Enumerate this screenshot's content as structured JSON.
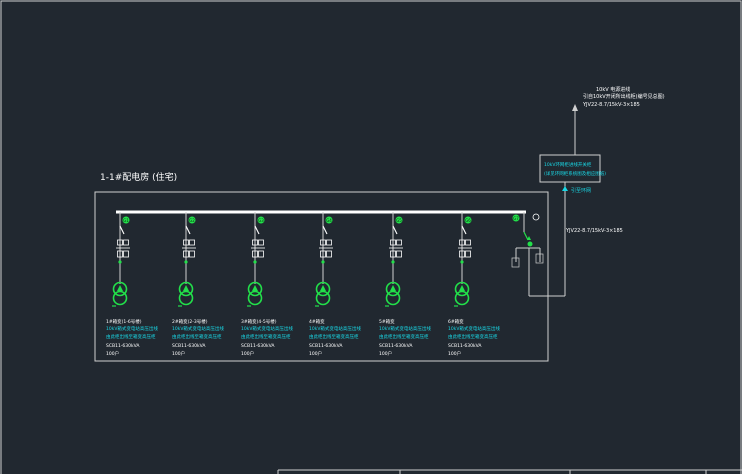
{
  "colors": {
    "background": "#212830",
    "line": "#ffffff",
    "accent_green": "#22e04a",
    "cyan_text": "#19d8e6",
    "white_text": "#ffffff"
  },
  "room": {
    "title": "1-1#配电房 (住宅)"
  },
  "top_cable": {
    "line1": "10kV 电源进线",
    "line2": "引自10kV开闭所出线柜(编号见总图)",
    "line3": "YJV22-8.7/15kV-3×185"
  },
  "ring_unit": {
    "line1": "10kV环网柜进线开关柜",
    "line2": "(详见环网柜系统图及相应图纸)",
    "label_below": "引至环网"
  },
  "incomer_cable": "YJV22-8.7/15kV-3×185",
  "feeders": [
    {
      "name": "1#箱变(1-6号楼)",
      "desc1": "10kV箱式变电站高压出线",
      "desc2": "由此柜出线至箱变高压柜",
      "model": "SCB11-630kVA",
      "note": "100户"
    },
    {
      "name": "2#箱变(2-3号楼)",
      "desc1": "10kV箱式变电站高压出线",
      "desc2": "由此柜出线至箱变高压柜",
      "model": "SCB11-630kVA",
      "note": "100户"
    },
    {
      "name": "3#箱变(4-5号楼)",
      "desc1": "10kV箱式变电站高压出线",
      "desc2": "由此柜出线至箱变高压柜",
      "model": "SCB11-630kVA",
      "note": "100户"
    },
    {
      "name": "4#箱变",
      "desc1": "10kV箱式变电站高压出线",
      "desc2": "由此柜出线至箱变高压柜",
      "model": "SCB11-630kVA",
      "note": "100户"
    },
    {
      "name": "5#箱变",
      "desc1": "10kV箱式变电站高压出线",
      "desc2": "由此柜出线至箱变高压柜",
      "model": "SCB11-630kVA",
      "note": "100户"
    },
    {
      "name": "6#箱变",
      "desc1": "10kV箱式变电站高压出线",
      "desc2": "由此柜出线至箱变高压柜",
      "model": "SCB11-630kVA",
      "note": "100户"
    }
  ],
  "bay_tags": [
    "G1",
    "G2",
    "G3",
    "G4",
    "G5",
    "G6",
    "G7"
  ]
}
